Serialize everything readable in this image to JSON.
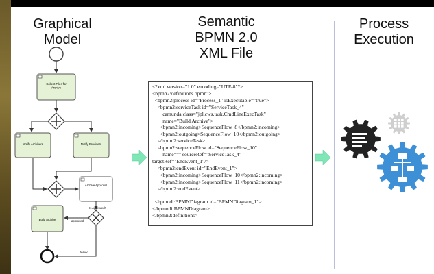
{
  "headings": {
    "model_line1": "Graphical",
    "model_line2": "Model",
    "xml_line1": "Semantic",
    "xml_line2": "BPMN 2.0",
    "xml_line3": "XML File",
    "exec_line1": "Process",
    "exec_line2": "Execution"
  },
  "bpmn": {
    "task_collect": "Collect Files for Archive",
    "task_notify_archivers": "Notify Archivers",
    "task_notify_providers": "Notify Providers",
    "task_archive_approval": "Archive Approval",
    "task_build_archive": "Build Archive",
    "gateway_question": "Is Approved?",
    "flow_approved": "approved",
    "flow_denied": "denied"
  },
  "xml_lines": [
    "<?xml version=\"1.0\" encoding=\"UTF-8\"?>",
    "<bpmn2:definitions bpmn\">",
    "  <bpmn2:process id=\"Process_1\" isExecutable=\"true\">",
    "    <bpmn2:serviceTask id=\"ServiceTask_4\"",
    "        camunda:class=\"jpl.cws.task.CmdLineExecTask\"",
    "        name=\"Build Archive\">",
    "      <bpmn2:incoming>SequenceFlow_8</bpmn2:incoming>",
    "      <bpmn2:outgoing>SequenceFlow_10</bpmn2:outgoing>",
    "    </bpmn2:serviceTask>",
    "    <bpmn2:sequenceFlow id=\"SequenceFlow_10\"",
    "        name=\"\" sourceRef=\"ServiceTask_4\"",
    "targetRef=\"EndEvent_1\"/>",
    "    <bpmn2:endEvent id=\"EndEvent_1\">",
    "      <bpmn2:incoming>SequenceFlow_10</bpmn2:incoming>",
    "      <bpmn2:incoming>SequenceFlow_11</bpmn2:incoming>",
    "    </bpmn2:endEvent>",
    "      …",
    "  <bpmndi:BPMNDiagram id=\"BPMNDiagram_1\"> …",
    "</bpmndi:BPMNDiagram>",
    "</bpmn2:definitions>"
  ],
  "colors": {
    "task_fill": "#e6f2d5",
    "arrow": "#7fe6b5",
    "gear_dark": "#222222",
    "gear_gray": "#cfcfcf",
    "gear_blue": "#3d8fd6",
    "divider": "#b9bfd8"
  },
  "icons": [
    "dark-gear-icon",
    "gray-gear-icon",
    "blue-gear-icon"
  ]
}
